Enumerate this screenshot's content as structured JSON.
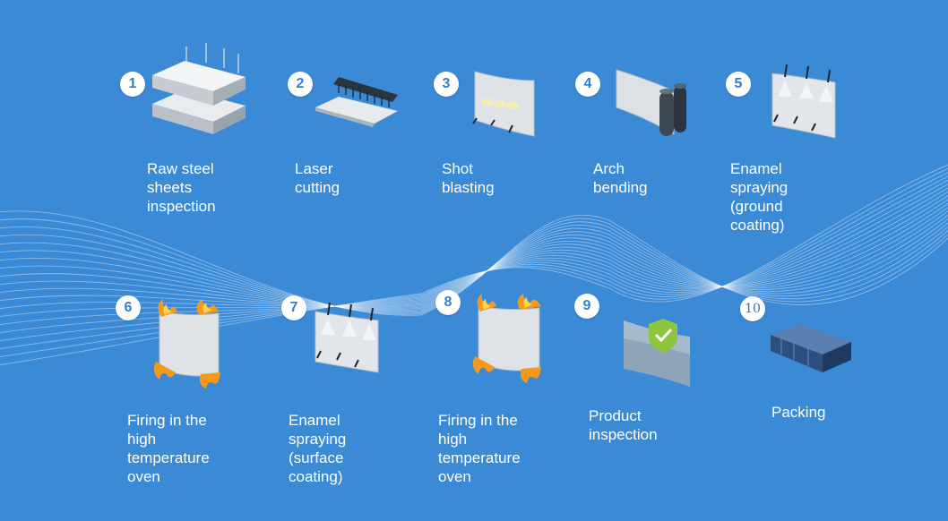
{
  "steps": [
    {
      "num": "1",
      "label": "Raw steel sheets\ninspection",
      "icon": "steel-sheets-icon"
    },
    {
      "num": "2",
      "label": "Laser cutting",
      "icon": "laser-cutter-icon"
    },
    {
      "num": "3",
      "label": "Shot blasting",
      "icon": "shot-blasting-panel-icon"
    },
    {
      "num": "4",
      "label": "Arch bending",
      "icon": "roller-bending-icon"
    },
    {
      "num": "5",
      "label": "Enamel spraying\n(ground coating)",
      "icon": "spray-nozzles-panel-icon"
    },
    {
      "num": "6",
      "label": "Firing in the high\ntemperature oven",
      "icon": "flaming-panel-icon"
    },
    {
      "num": "7",
      "label": "Enamel spraying\n(surface coating)",
      "icon": "spray-nozzles-panel-icon"
    },
    {
      "num": "8",
      "label": "Firing in the high\ntemperature oven",
      "icon": "flaming-panel-icon"
    },
    {
      "num": "9",
      "label": "Product inspection",
      "icon": "shield-check-icon"
    },
    {
      "num": "10",
      "label": "Packing",
      "icon": "packed-panels-icon"
    }
  ],
  "colors": {
    "background": "#3a8ad6",
    "badge": "#ffffff",
    "text": "#ffffff",
    "flame": "#f39a1d"
  }
}
